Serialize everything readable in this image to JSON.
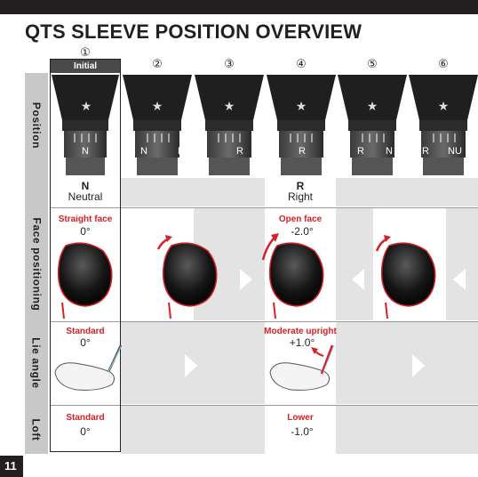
{
  "title": "QTS SLEEVE POSITION OVERVIEW",
  "page_number": "11",
  "initial_label": "Initial",
  "row_labels": {
    "position": "Position",
    "face": "Face positioning",
    "lie": "Lie angle",
    "loft": "Loft"
  },
  "columns": [
    {
      "number": "①",
      "sleeve_marks": [
        "N"
      ]
    },
    {
      "number": "②",
      "sleeve_marks": [
        "N",
        "R"
      ]
    },
    {
      "number": "③",
      "sleeve_marks": [
        "R"
      ]
    },
    {
      "number": "④",
      "sleeve_marks": [
        "R"
      ]
    },
    {
      "number": "⑤",
      "sleeve_marks": [
        "R",
        "N"
      ]
    },
    {
      "number": "⑥",
      "sleeve_marks": [
        "R",
        "NU"
      ]
    }
  ],
  "position": {
    "neutral": {
      "letter": "N",
      "name": "Neutral"
    },
    "right": {
      "letter": "R",
      "name": "Right"
    }
  },
  "face": {
    "neutral": {
      "label": "Straight face",
      "value": "0°"
    },
    "right": {
      "label": "Open face",
      "value": "-2.0°"
    }
  },
  "lie": {
    "neutral": {
      "label": "Standard",
      "value": "0°"
    },
    "right": {
      "label": "Moderate upright",
      "value": "+1.0°"
    }
  },
  "loft": {
    "neutral": {
      "label": "Standard",
      "value": "0°"
    },
    "right": {
      "label": "Lower",
      "value": "-1.0°"
    }
  },
  "colors": {
    "dark": "#231f20",
    "accent_red": "#d62027",
    "panel_gray": "#e3e3e3",
    "sidebar_gray": "#c8c8c8"
  }
}
